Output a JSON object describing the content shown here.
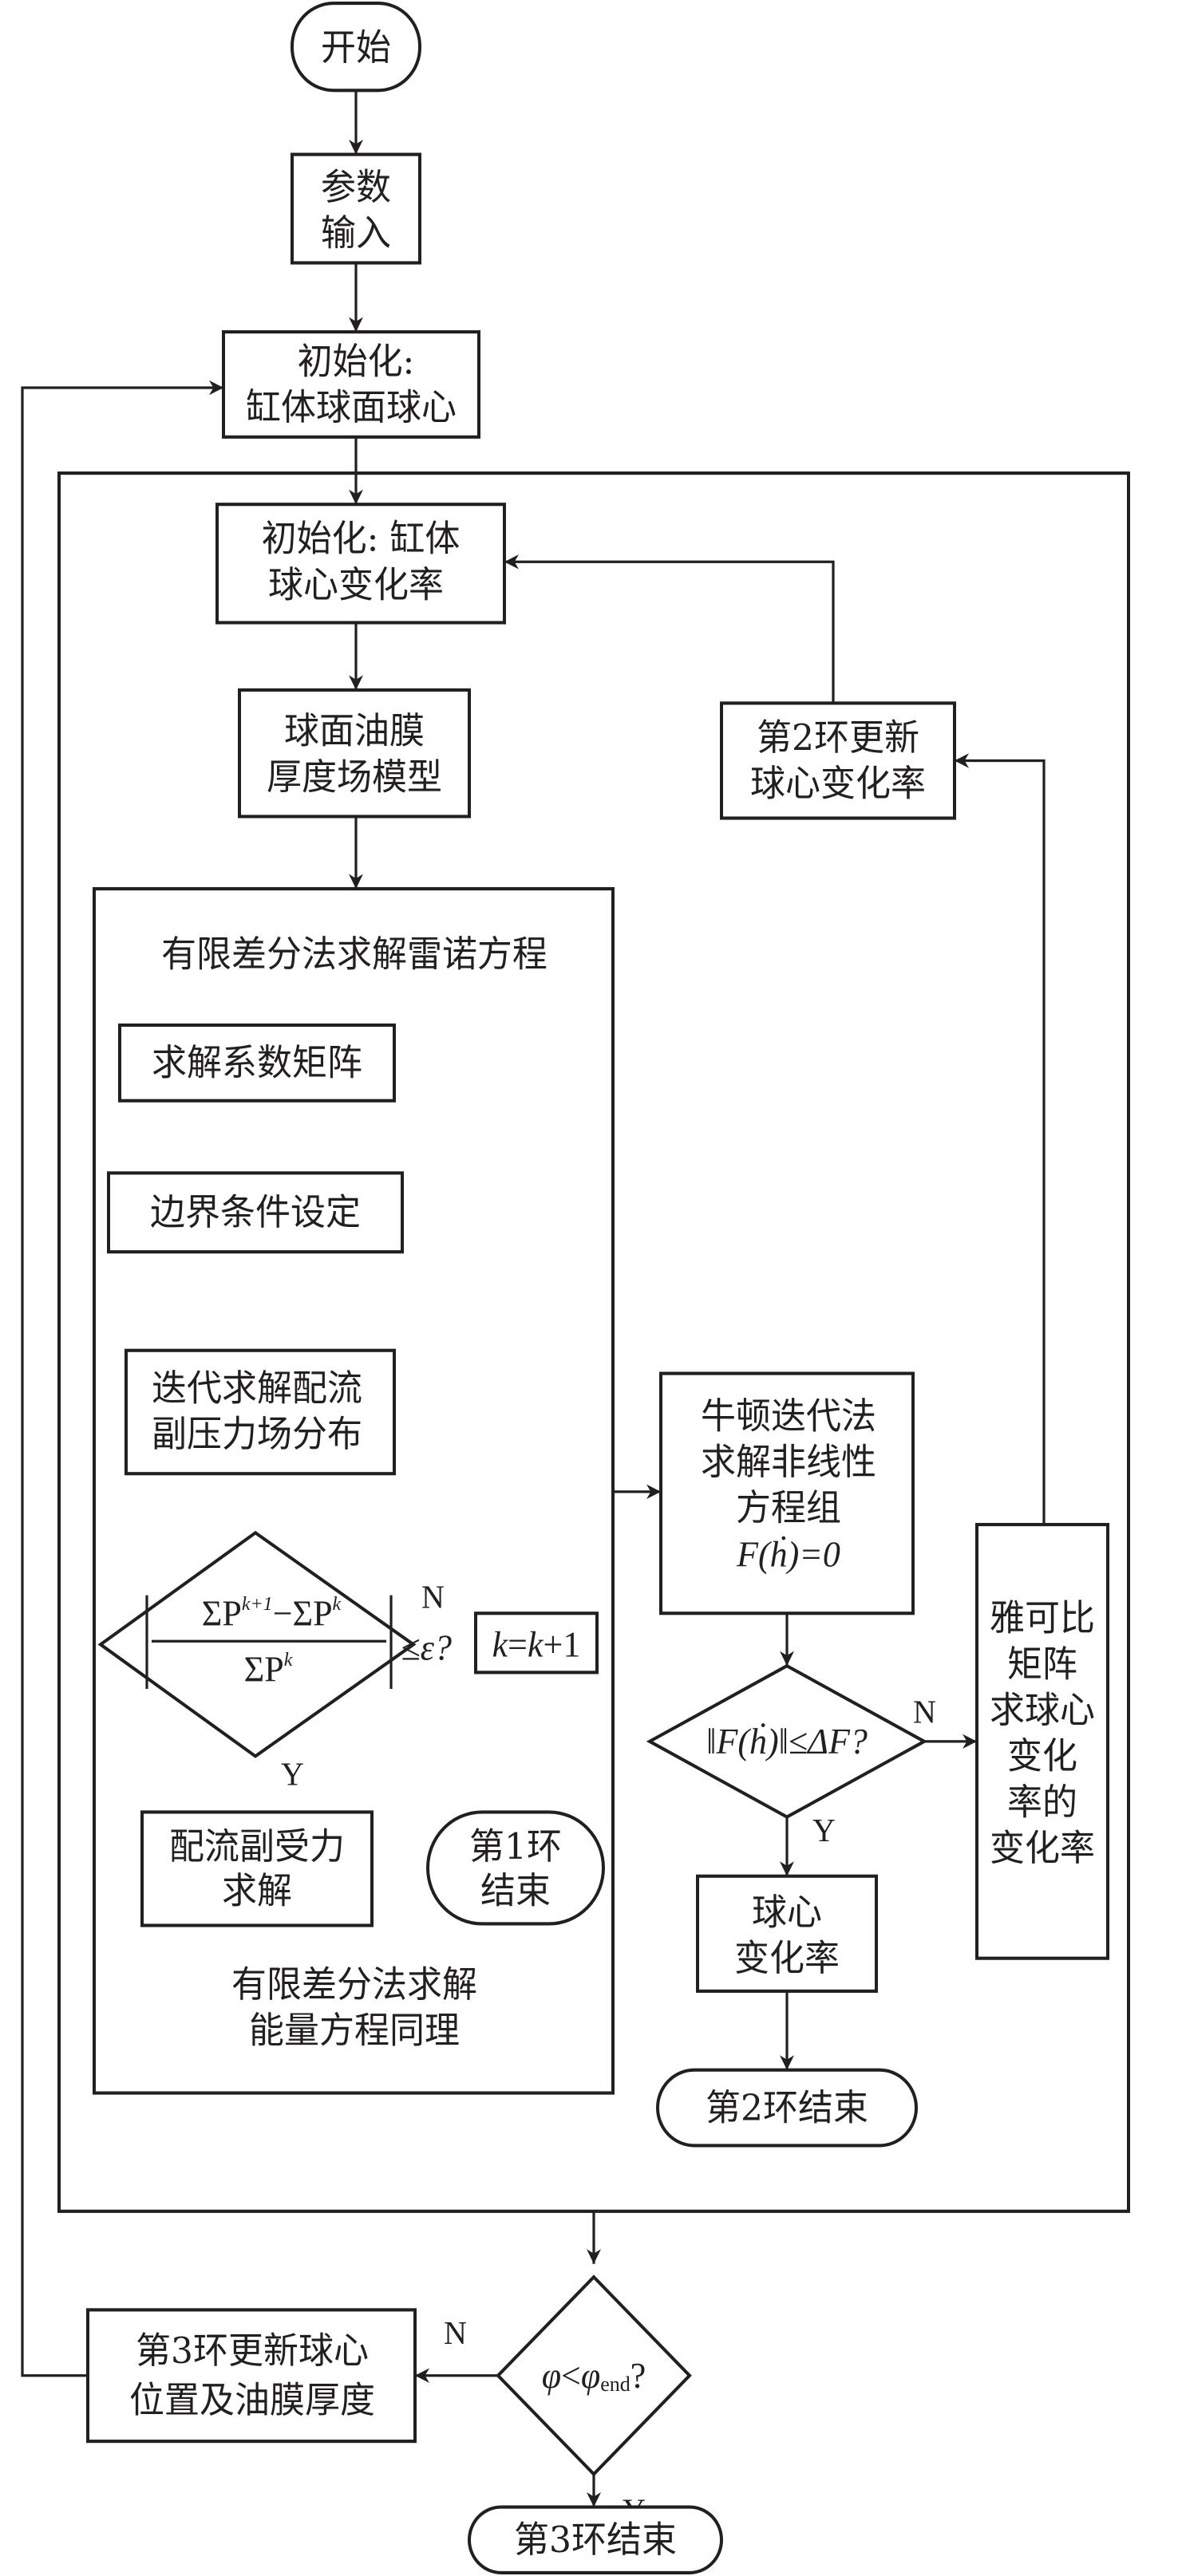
{
  "diagram": {
    "colors": {
      "stroke": "#231f20",
      "background": "#ffffff"
    },
    "nodes": {
      "start": {
        "lines": [
          "开始"
        ]
      },
      "param_input": {
        "lines": [
          "参数",
          "输入"
        ]
      },
      "init_sphere_center": {
        "lines": [
          "初始化:",
          "缸体球面球心"
        ]
      },
      "init_center_rate": {
        "lines": [
          "初始化: 缸体",
          "球心变化率"
        ]
      },
      "film_model": {
        "lines": [
          "球面油膜",
          "厚度场模型"
        ]
      },
      "update_rate_loop2": {
        "lines": [
          "第2环更新",
          "球心变化率"
        ]
      },
      "fdm_group": {
        "title": "有限差分法求解雷诺方程",
        "footer": [
          "有限差分法求解",
          "能量方程同理"
        ]
      },
      "coef_matrix": {
        "lines": [
          "求解系数矩阵"
        ]
      },
      "boundary": {
        "lines": [
          "边界条件设定"
        ]
      },
      "iter_pressure": {
        "lines": [
          "迭代求解配流",
          "副压力场分布"
        ]
      },
      "conv_check": {
        "numerator": "ΣP^{k+1}−ΣP^k",
        "numerator_parts": [
          "ΣP",
          "k+1",
          "−ΣP",
          "k"
        ],
        "denominator_parts": [
          "ΣP",
          "k"
        ],
        "suffix": "≤ε?"
      },
      "k_inc": {
        "parts": [
          "k",
          "=",
          "k",
          "+1"
        ]
      },
      "force_solve": {
        "lines": [
          "配流副受力",
          "求解"
        ]
      },
      "loop1_end": {
        "lines": [
          "第1环",
          "结束"
        ]
      },
      "newton": {
        "lines": [
          "牛顿迭代法",
          "求解非线性",
          "方程组"
        ],
        "equation": "F(ḣ)=0"
      },
      "newton_check": {
        "text": "‖F(ḣ)‖≤ΔF?"
      },
      "jacobian": {
        "lines": [
          "雅可比",
          "矩阵",
          "求球心",
          "变化",
          "率的",
          "变化率"
        ]
      },
      "center_rate": {
        "lines": [
          "球心",
          "变化率"
        ]
      },
      "loop2_end": {
        "lines": [
          "第2环结束"
        ]
      },
      "phi_check": {
        "phi": "φ",
        "lt": "<",
        "phi_end": "φ",
        "sub": "end",
        "q": "?"
      },
      "update_loop3": {
        "lines": [
          "第3环更新球心",
          "位置及油膜厚度"
        ]
      },
      "loop3_end": {
        "lines": [
          "第3环结束"
        ]
      }
    },
    "branch_labels": {
      "yes": "Y",
      "no": "N"
    }
  }
}
